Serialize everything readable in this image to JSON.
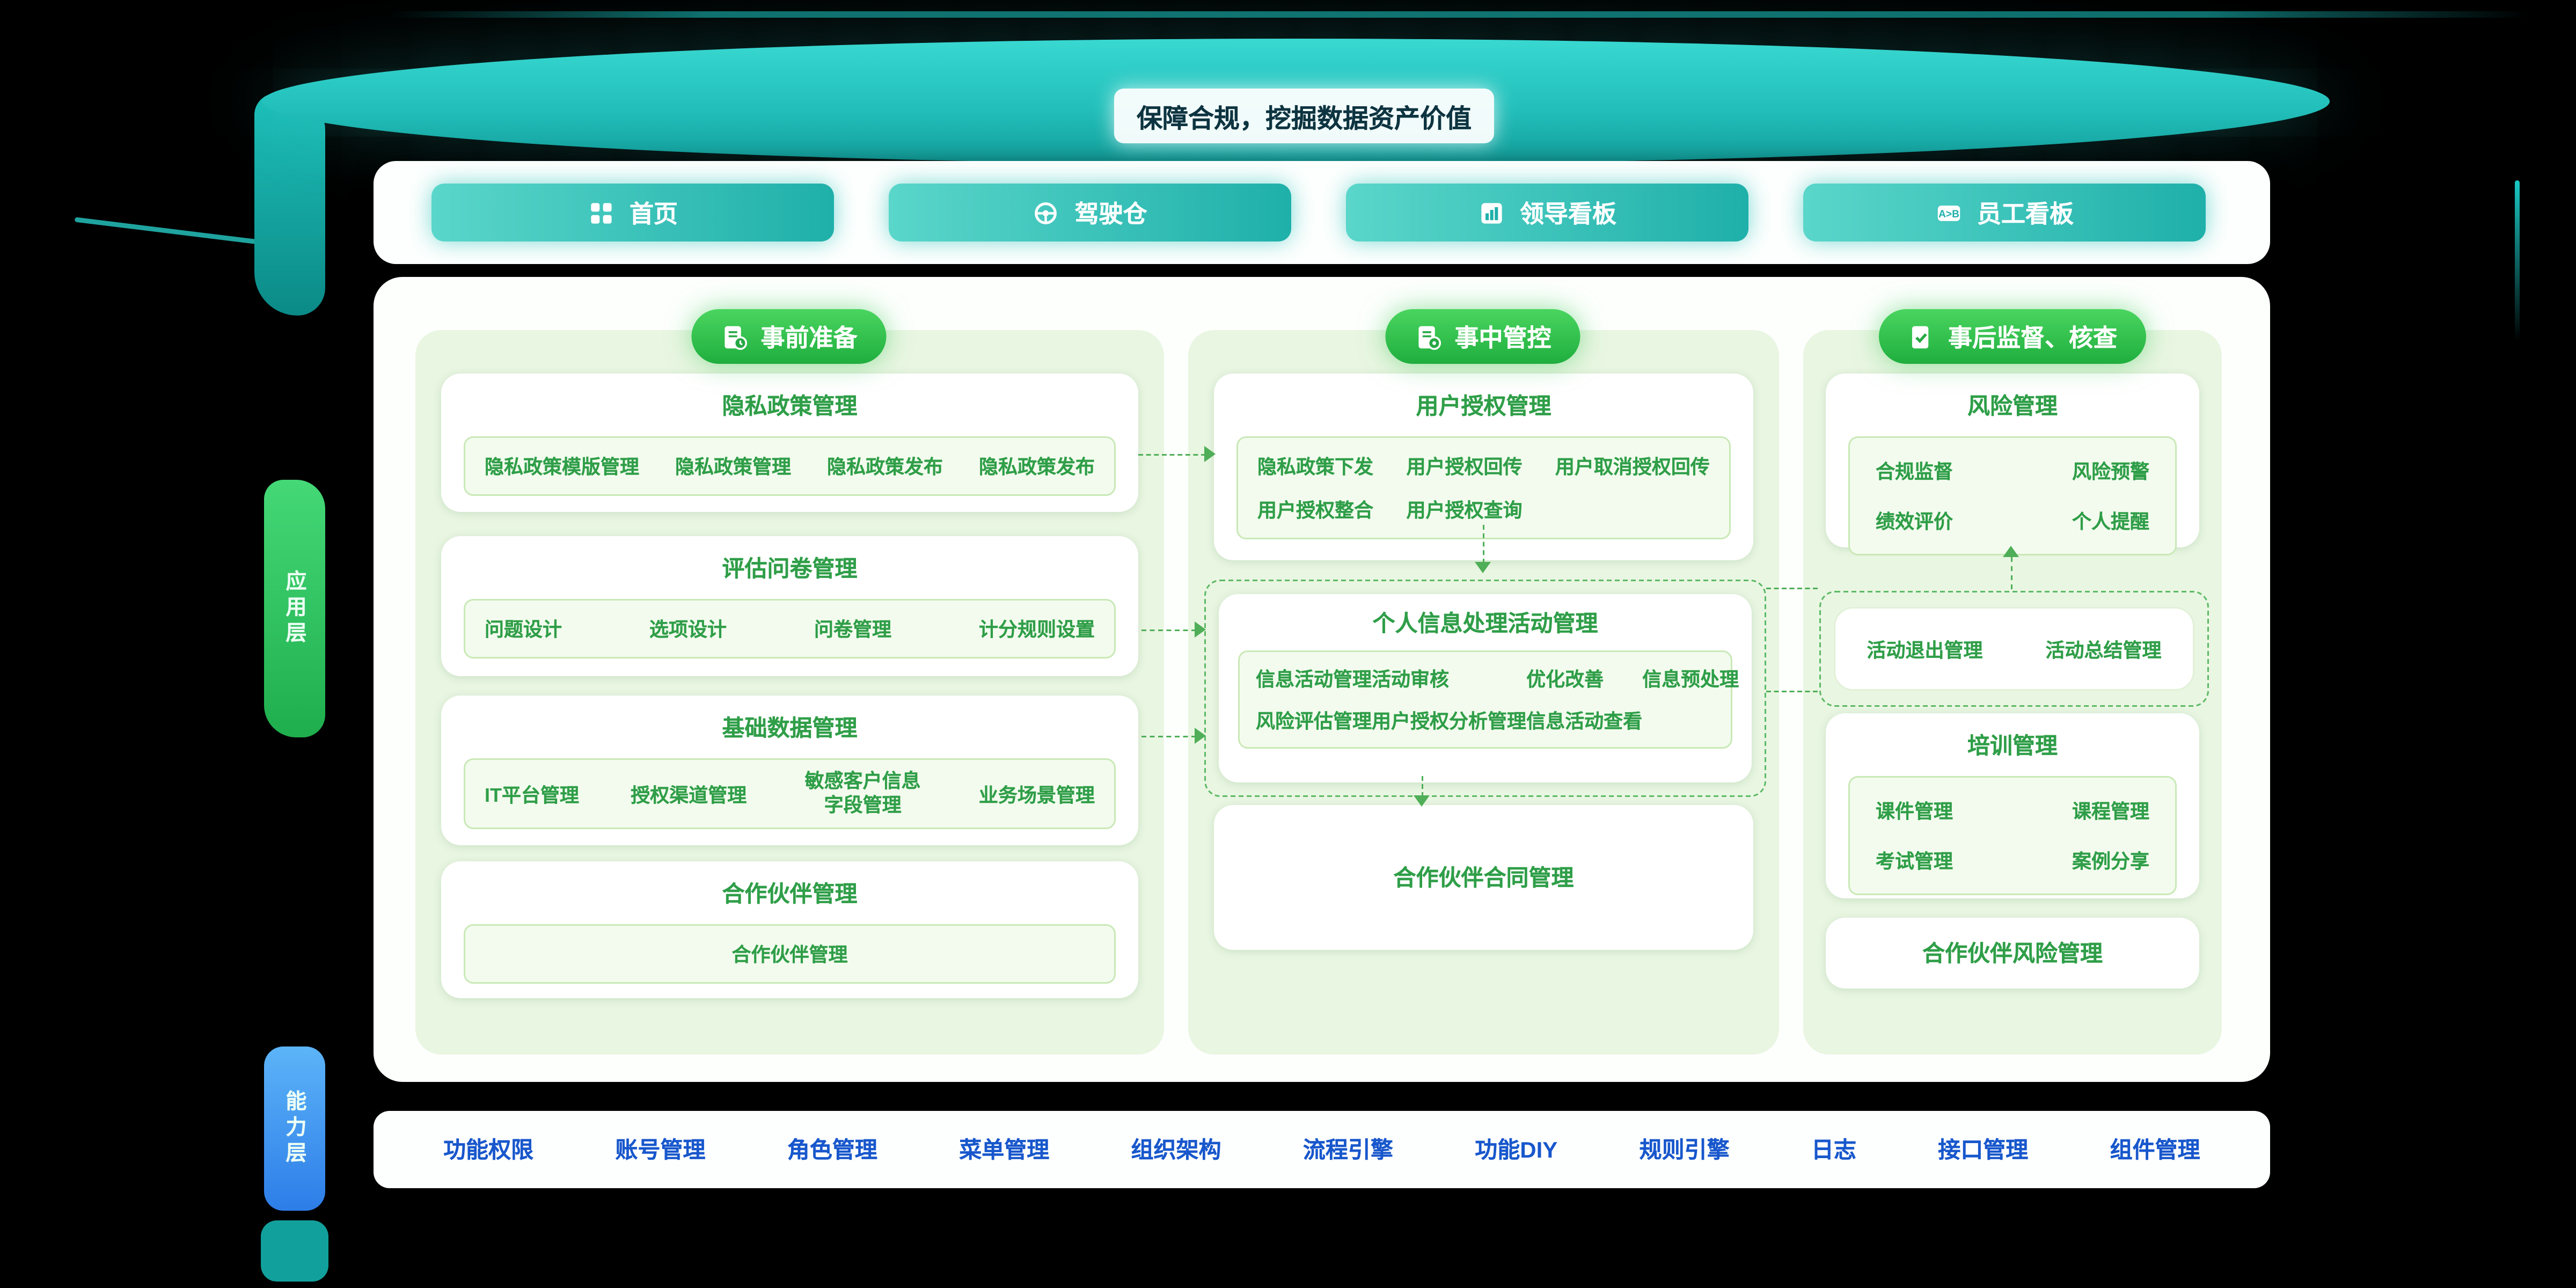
{
  "banner": {
    "title": "保障合规，挖掘数据资产价值"
  },
  "nav": {
    "home": "首页",
    "cockpit": "驾驶仓",
    "leader_board": "领导看板",
    "employee_board": "员工看板",
    "employee_icon_text": "A>B"
  },
  "layers": {
    "application": "应用层",
    "capability": "能力层"
  },
  "icons": {
    "home": "grid-icon",
    "cockpit": "steering-wheel-icon",
    "leader_board": "bar-chart-icon",
    "employee_board": "ab-board-icon",
    "col1": "doc-clock-icon",
    "col2": "doc-gear-icon",
    "col3": "doc-check-icon"
  },
  "col1": {
    "header": "事前准备",
    "card1": {
      "title": "隐私政策管理",
      "items": [
        "隐私政策模版管理",
        "隐私政策管理",
        "隐私政策发布",
        "隐私政策发布"
      ]
    },
    "card2": {
      "title": "评估问卷管理",
      "items": [
        "问题设计",
        "选项设计",
        "问卷管理",
        "计分规则设置"
      ]
    },
    "card3": {
      "title": "基础数据管理",
      "items": [
        "IT平台管理",
        "授权渠道管理",
        "敏感客户信息字段管理",
        "业务场景管理"
      ]
    },
    "card4": {
      "title": "合作伙伴管理",
      "items": [
        "合作伙伴管理"
      ]
    }
  },
  "col2": {
    "header": "事中管控",
    "card1": {
      "title": "用户授权管理",
      "items": [
        "隐私政策下发",
        "用户授权回传",
        "用户取消授权回传",
        "用户授权整合",
        "用户授权查询"
      ]
    },
    "card2": {
      "title": "个人信息处理活动管理",
      "items": [
        "信息活动管理",
        "活动审核",
        "优化改善",
        "信息预处理",
        "风险评估管理",
        "用户授权分析管理",
        "信息活动查看"
      ]
    },
    "card3": {
      "title": "合作伙伴合同管理"
    }
  },
  "col3": {
    "header": "事后监督、核查",
    "card1": {
      "title": "风险管理",
      "items": [
        "合规监督",
        "风险预警",
        "绩效评价",
        "个人提醒"
      ]
    },
    "card2": {
      "items": [
        "活动退出管理",
        "活动总结管理"
      ]
    },
    "card3": {
      "title": "培训管理",
      "items": [
        "课件管理",
        "课程管理",
        "考试管理",
        "案例分享"
      ]
    },
    "card4": {
      "title": "合作伙伴风险管理"
    }
  },
  "footer": {
    "items": [
      "功能权限",
      "账号管理",
      "角色管理",
      "菜单管理",
      "组织架构",
      "流程引擎",
      "功能DIY",
      "规则引擎",
      "日志",
      "接口管理",
      "组件管理"
    ]
  },
  "colors": {
    "teal": "#1fb0aa",
    "green": "#2fae46",
    "link_blue": "#1857cc",
    "light_green_bg": "#e9f6e2"
  }
}
